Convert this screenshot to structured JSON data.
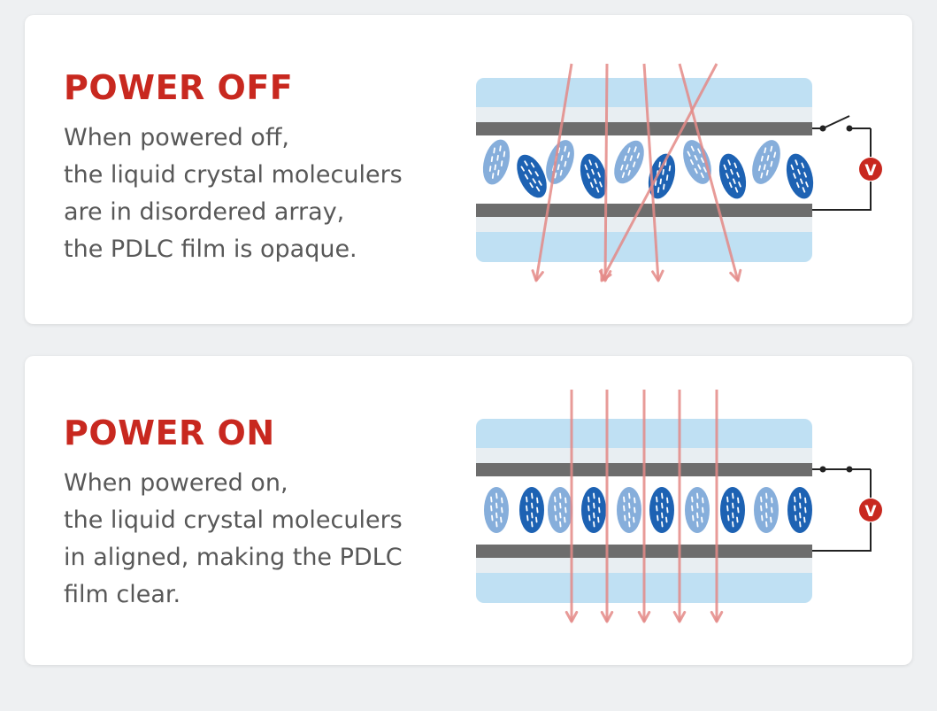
{
  "colors": {
    "title": "#c8281f",
    "text": "#585858",
    "outer_layer": "#bfe0f3",
    "electrode": "#6d6d6d",
    "crystal_light": "#86aedb",
    "crystal_dark": "#1d62b3",
    "light_ray": "#e48a87",
    "voltmeter": "#c8281f"
  },
  "panels": [
    {
      "id": "power_off",
      "title": "POWER OFF",
      "description": [
        "When powered off,",
        "the liquid crystal moleculers",
        "are in disordered array,",
        "the PDLC film is opaque."
      ],
      "switch_state": "open",
      "crystal_alignment": "random",
      "light": "scattered",
      "meter_label": "V",
      "icons": [
        "switch-icon",
        "voltmeter-icon"
      ]
    },
    {
      "id": "power_on",
      "title": "POWER ON",
      "description": [
        "When powered on,",
        "the liquid crystal moleculers",
        "in aligned, making the PDLC",
        "film clear."
      ],
      "switch_state": "closed",
      "crystal_alignment": "aligned",
      "light": "transmitted",
      "meter_label": "V",
      "icons": [
        "switch-icon",
        "voltmeter-icon"
      ]
    }
  ]
}
